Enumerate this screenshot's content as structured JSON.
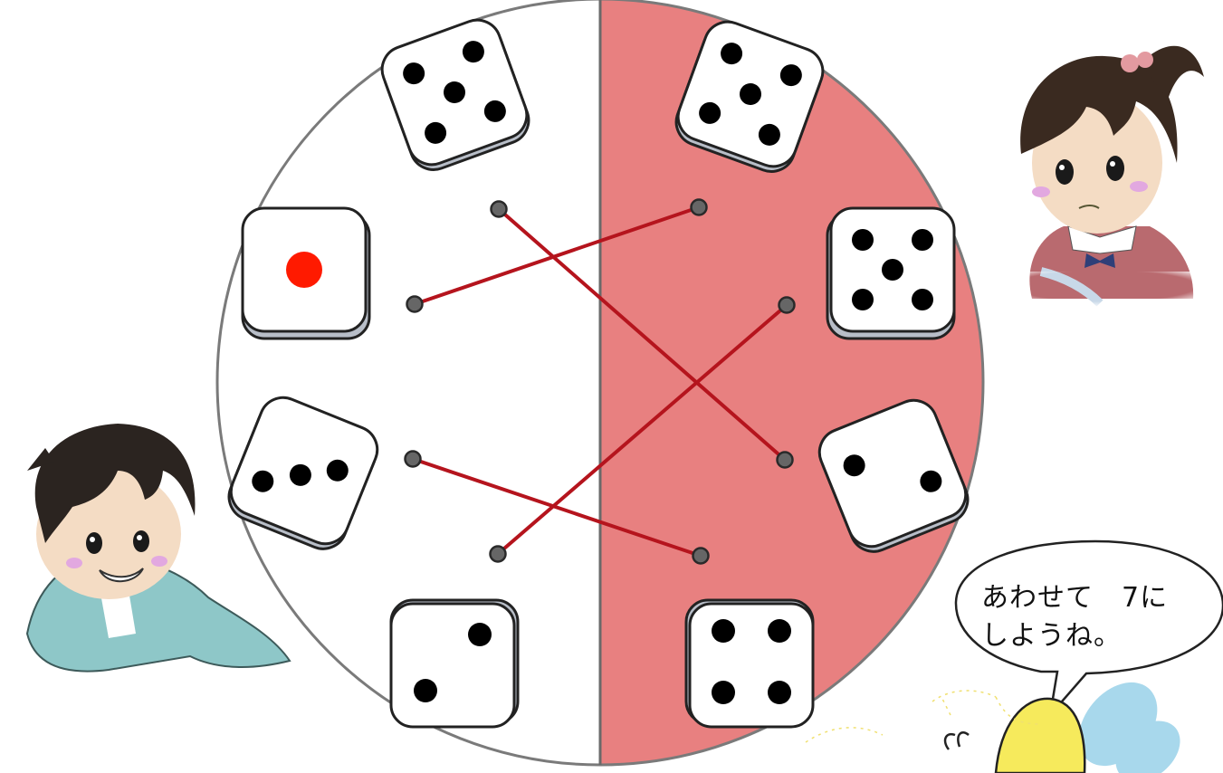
{
  "speech_bubble": {
    "line1": "あわせて　7に",
    "line2": "しようね。"
  },
  "colors": {
    "left_half": "#ffffff",
    "right_half": "#e88080",
    "connector_line": "#b5141d",
    "highlight_pip": "#ff1a00",
    "pip": "#000000",
    "peg": "#666666"
  },
  "game": {
    "left_dice": [
      {
        "name": "die-five-top-left",
        "value": 5
      },
      {
        "name": "die-one-red",
        "value": 1
      },
      {
        "name": "die-three-left",
        "value": 3
      },
      {
        "name": "die-two-bottom-left",
        "value": 2
      }
    ],
    "right_dice": [
      {
        "name": "die-five-top-right",
        "value": 5
      },
      {
        "name": "die-five-right",
        "value": 5
      },
      {
        "name": "die-two-right",
        "value": 2
      },
      {
        "name": "die-four-bottom-right",
        "value": 4
      }
    ],
    "connections": [
      {
        "from": "left-peg-1",
        "to": "right-peg-3"
      },
      {
        "from": "left-peg-2",
        "to": "right-peg-1"
      },
      {
        "from": "left-peg-3",
        "to": "right-peg-4"
      },
      {
        "from": "left-peg-4",
        "to": "right-peg-2"
      }
    ]
  },
  "characters": {
    "girl": "girl-character",
    "boy": "boy-character",
    "bee": "bee-character"
  }
}
